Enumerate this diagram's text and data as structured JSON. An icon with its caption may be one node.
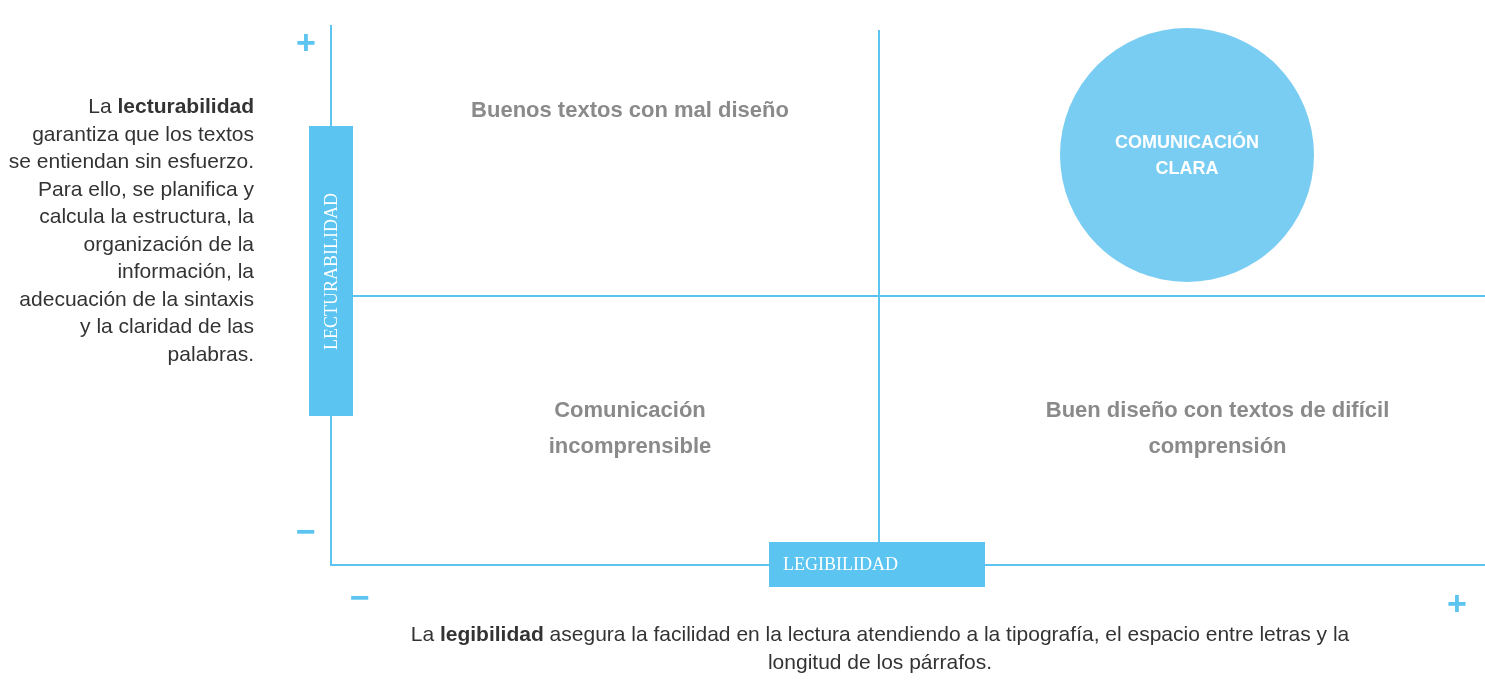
{
  "diagram": {
    "nodes": [
      {
        "text": [
          "COMUNICACIÓN CLARA"
        ]
      },
      {
        "text": [
          "LECTURABILIDAD"
        ]
      },
      {
        "text": [
          "LEGIBILIDAD"
        ]
      }
    ],
    "labels": [
      "+",
      "La **lecturabilidad** garantiza que los textos se entiendan sin esfuerzo. Para ello, se planifica y calcula la estructura, la organización de la información, la adecuación de la sintaxis y la claridad de las palabras.",
      "Buenos textos con mal diseño",
      "Comunicación incomprensible",
      "Buen diseño con textos de difícil comprensión",
      "−",
      "−",
      "+",
      "La **legibilidad** asegura la facilidad en la lectura atendiendo a la tipografía, el espacio entre letras y la longitud de los párrafos."
    ]
  }
}
